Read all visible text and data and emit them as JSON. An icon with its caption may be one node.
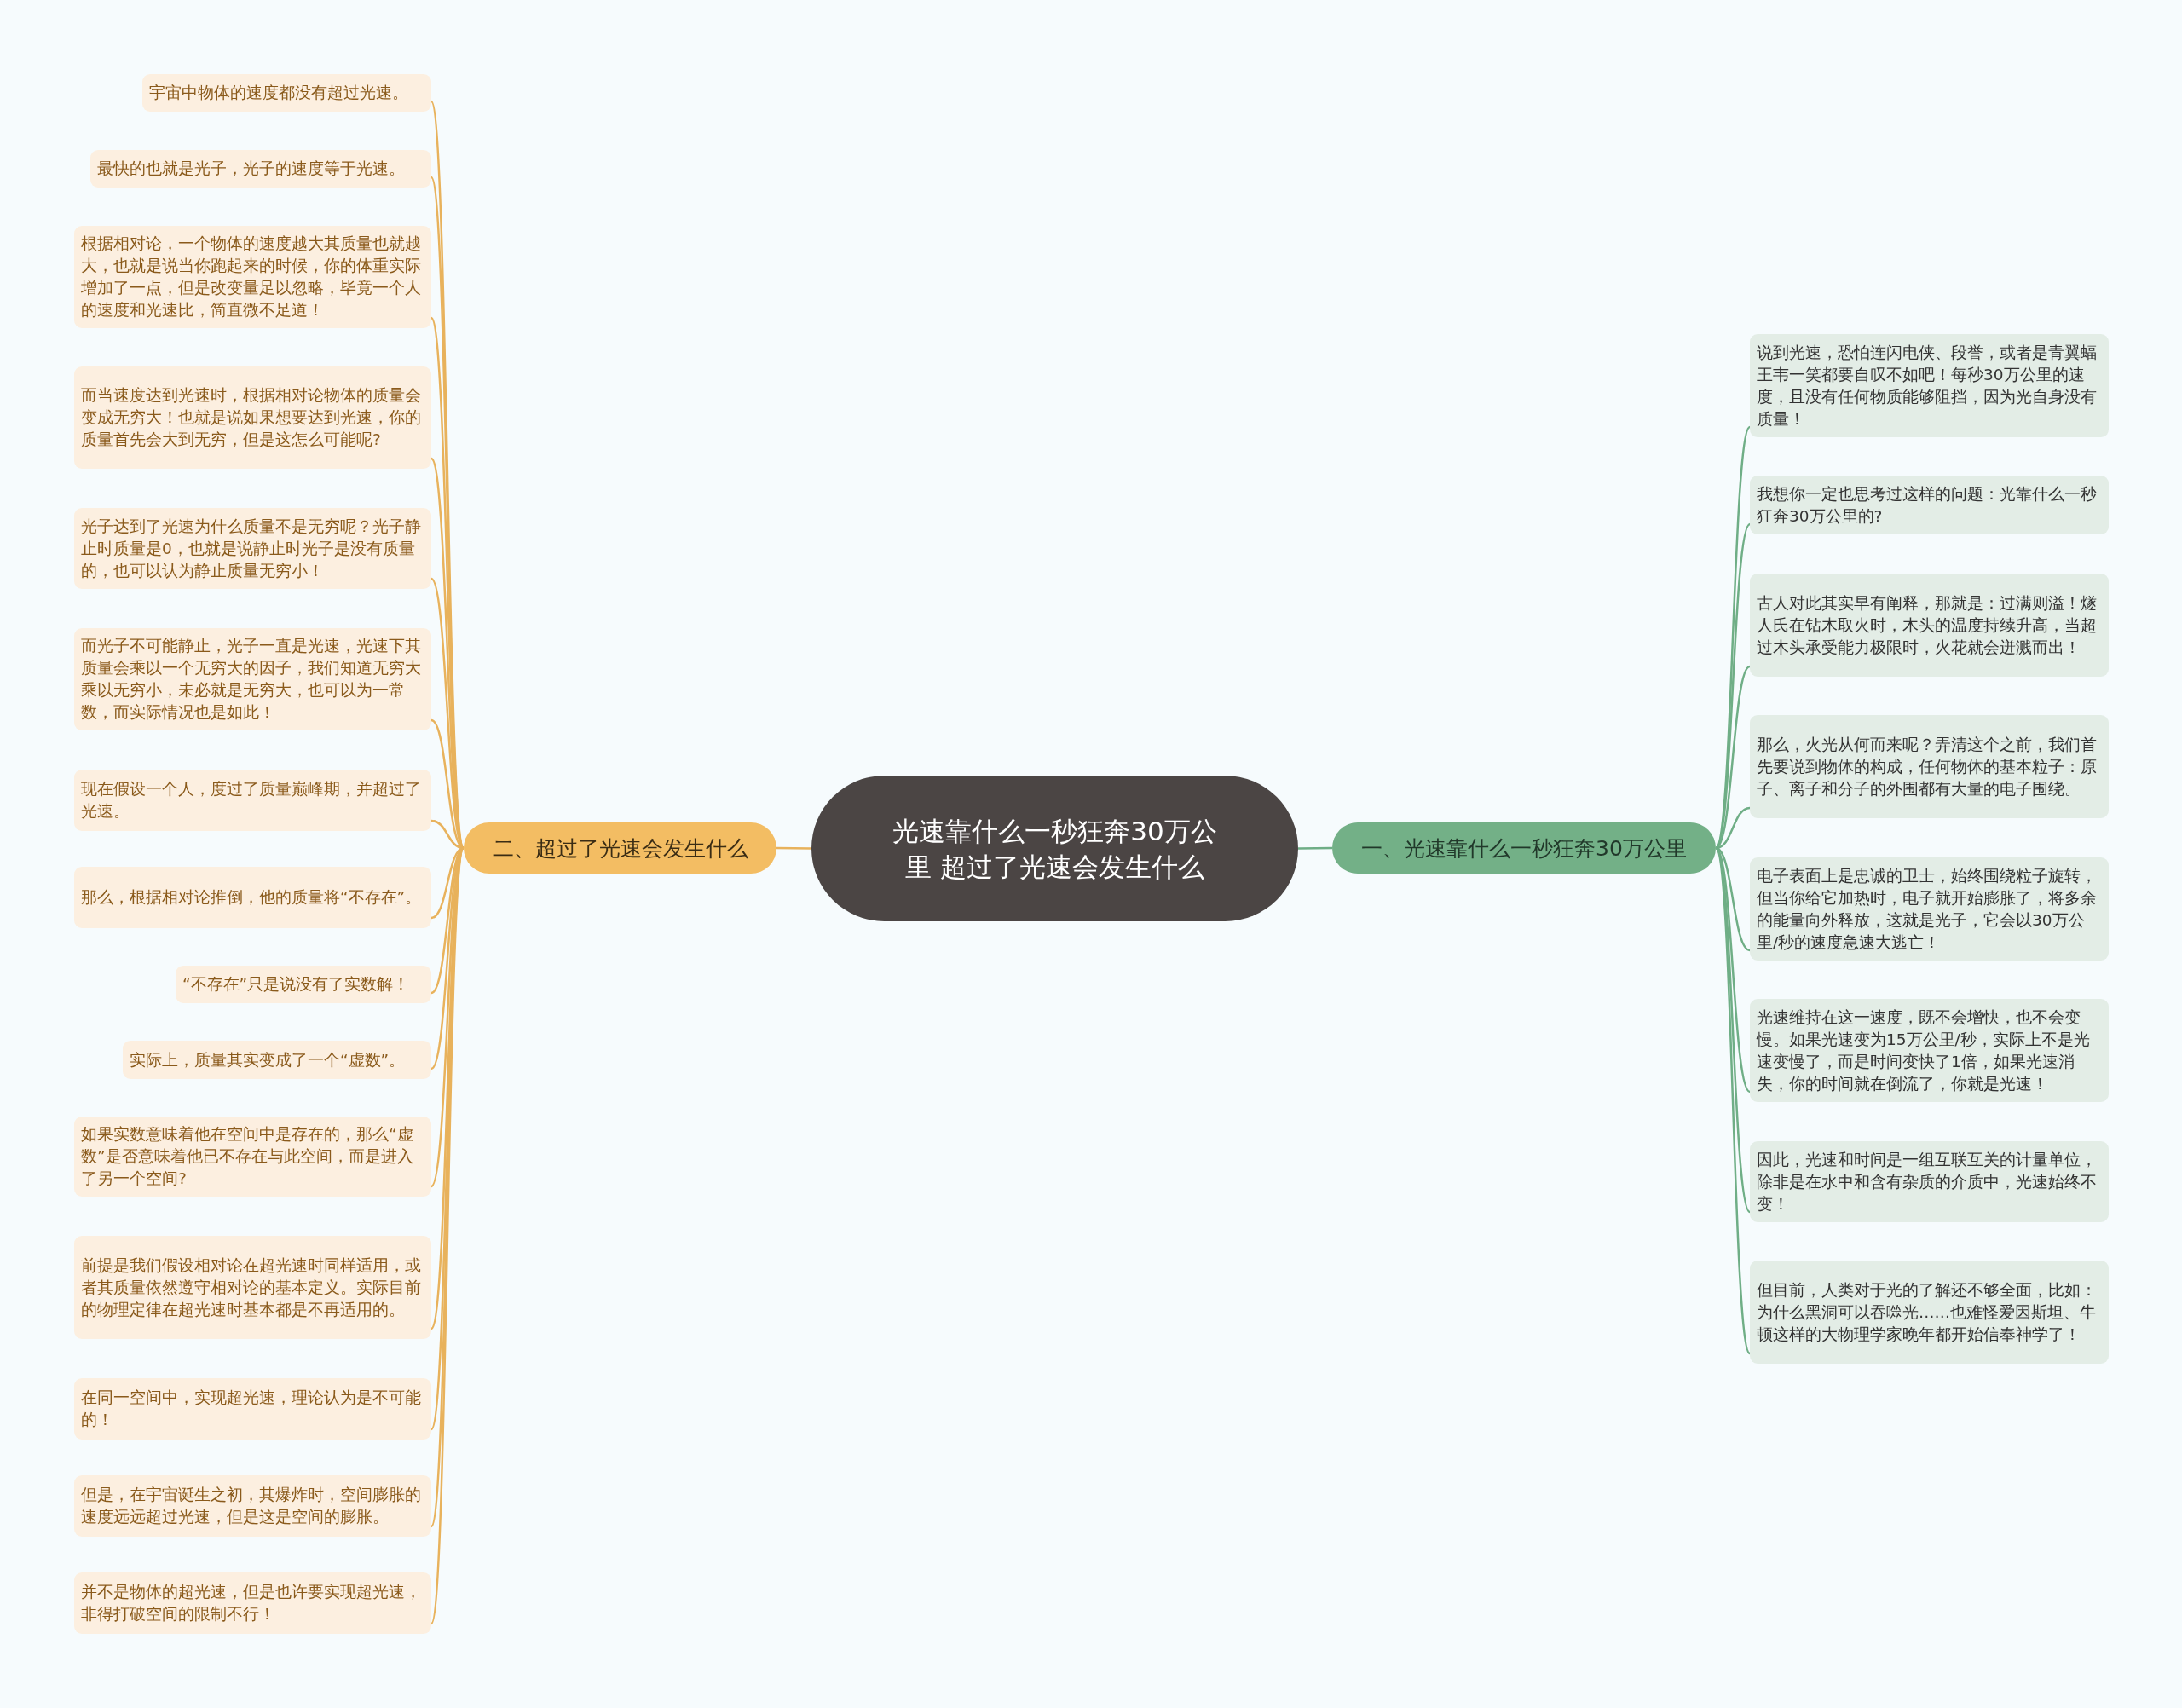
{
  "diagram": {
    "nodes": [
      {
        "text": [
          "光速靠什么一秒狂奔30万公里 超过了光速会发生什么"
        ]
      },
      {
        "text": [
          "一、光速靠什么一秒狂奔30万公里"
        ]
      },
      {
        "text": [
          "说到光速，恐怕连闪电侠、段誉，或者是青翼蝠王韦一笑都要自叹不如吧！每秒30万公里的速度，且没有任何物质能够阻挡，因为光自身没有质量！"
        ]
      },
      {
        "text": [
          "我想你一定也思考过这样的问题：光靠什么一秒狂奔30万公里的?"
        ]
      },
      {
        "text": [
          "古人对此其实早有阐释，那就是：过满则溢！燧人氏在钻木取火时，木头的温度持续升高，当超过木头承受能力极限时，火花就会迸溅而出！"
        ]
      },
      {
        "text": [
          "那么，火光从何而来呢？弄清这个之前，我们首先要说到物体的构成，任何物体的基本粒子：原子、离子和分子的外围都有大量的电子围绕。"
        ]
      },
      {
        "text": [
          "电子表面上是忠诚的卫士，始终围绕粒子旋转，但当你给它加热时，电子就开始膨胀了，将多余的能量向外释放，这就是光子，它会以30万公里/秒的速度急速大逃亡！"
        ]
      },
      {
        "text": [
          "光速维持在这一速度，既不会增快，也不会变慢。如果光速变为15万公里/秒，实际上不是光速变慢了，而是时间变快了1倍，如果光速消失，你的时间就在倒流了，你就是光速！"
        ]
      },
      {
        "text": [
          "因此，光速和时间是一组互联互关的计量单位，除非是在水中和含有杂质的介质中，光速始终不变！"
        ]
      },
      {
        "text": [
          "但目前，人类对于光的了解还不够全面，比如：为什么黑洞可以吞噬光……也难怪爱因斯坦、牛顿这样的大物理学家晚年都开始信奉神学了！"
        ]
      },
      {
        "text": [
          "二、超过了光速会发生什么"
        ]
      },
      {
        "text": [
          "宇宙中物体的速度都没有超过光速。"
        ]
      },
      {
        "text": [
          "最快的也就是光子，光子的速度等于光速。"
        ]
      },
      {
        "text": [
          "根据相对论，一个物体的速度越大其质量也就越大，也就是说当你跑起来的时候，你的体重实际增加了一点，但是改变量足以忽略，毕竟一个人的速度和光速比，简直微不足道！"
        ]
      },
      {
        "text": [
          "而当速度达到光速时，根据相对论物体的质量会变成无穷大！也就是说如果想要达到光速，你的质量首先会大到无穷，但是这怎么可能呢?"
        ]
      },
      {
        "text": [
          "光子达到了光速为什么质量不是无穷呢？光子静止时质量是0，也就是说静止时光子是没有质量的，也可以认为静止质量无穷小！"
        ]
      },
      {
        "text": [
          "而光子不可能静止，光子一直是光速，光速下其质量会乘以一个无穷大的因子，我们知道无穷大乘以无穷小，未必就是无穷大，也可以为一常数，而实际情况也是如此！"
        ]
      },
      {
        "text": [
          "现在假设一个人，度过了质量巅峰期，并超过了光速。"
        ]
      },
      {
        "text": [
          "那么，根据相对论推倒，他的质量将“不存在”。"
        ]
      },
      {
        "text": [
          "“不存在”只是说没有了实数解！"
        ]
      },
      {
        "text": [
          "实际上，质量其实变成了一个“虚数”。"
        ]
      },
      {
        "text": [
          "如果实数意味着他在空间中是存在的，那么“虚数”是否意味着他已不存在与此空间，而是进入了另一个空间?"
        ]
      },
      {
        "text": [
          "前提是我们假设相对论在超光速时同样适用，或者其质量依然遵守相对论的基本定义。实际目前的物理定律在超光速时基本都是不再适用的。"
        ]
      },
      {
        "text": [
          "在同一空间中，实现超光速，理论认为是不可能的！"
        ]
      },
      {
        "text": [
          "但是，在宇宙诞生之初，其爆炸时，空间膨胀的速度远远超过光速，但是这是空间的膨胀。"
        ]
      },
      {
        "text": [
          "并不是物体的超光速，但是也许要实现超光速，非得打破空间的限制不行！"
        ]
      }
    ],
    "edges": [
      {
        "from": 0,
        "to": 1,
        "arrow": "none",
        "color": "#6fae86"
      },
      {
        "from": 1,
        "to": 2,
        "arrow": "none",
        "color": "#6fae86"
      },
      {
        "from": 1,
        "to": 3,
        "arrow": "none",
        "color": "#6fae86"
      },
      {
        "from": 1,
        "to": 4,
        "arrow": "none",
        "color": "#6fae86"
      },
      {
        "from": 1,
        "to": 5,
        "arrow": "none",
        "color": "#6fae86"
      },
      {
        "from": 1,
        "to": 6,
        "arrow": "none",
        "color": "#6fae86"
      },
      {
        "from": 1,
        "to": 7,
        "arrow": "none",
        "color": "#6fae86"
      },
      {
        "from": 1,
        "to": 8,
        "arrow": "none",
        "color": "#6fae86"
      },
      {
        "from": 1,
        "to": 9,
        "arrow": "none",
        "color": "#6fae86"
      },
      {
        "from": 0,
        "to": 10,
        "arrow": "none"
      },
      {
        "from": 10,
        "to": 11,
        "arrow": "none"
      },
      {
        "from": 10,
        "to": 12,
        "arrow": "none"
      },
      {
        "from": 10,
        "to": 13,
        "arrow": "none"
      },
      {
        "from": 10,
        "to": 14,
        "arrow": "none"
      },
      {
        "from": 10,
        "to": 15,
        "arrow": "none"
      },
      {
        "from": 10,
        "to": 16,
        "arrow": "none"
      },
      {
        "from": 10,
        "to": 17,
        "arrow": "none"
      },
      {
        "from": 10,
        "to": 18,
        "arrow": "none"
      },
      {
        "from": 10,
        "to": 19,
        "arrow": "none"
      },
      {
        "from": 10,
        "to": 20,
        "arrow": "none"
      },
      {
        "from": 10,
        "to": 21,
        "arrow": "none"
      },
      {
        "from": 10,
        "to": 22,
        "arrow": "none"
      },
      {
        "from": 10,
        "to": 23,
        "arrow": "none"
      },
      {
        "from": 10,
        "to": 24,
        "arrow": "none"
      },
      {
        "from": 10,
        "to": 25,
        "arrow": "none"
      }
    ]
  }
}
